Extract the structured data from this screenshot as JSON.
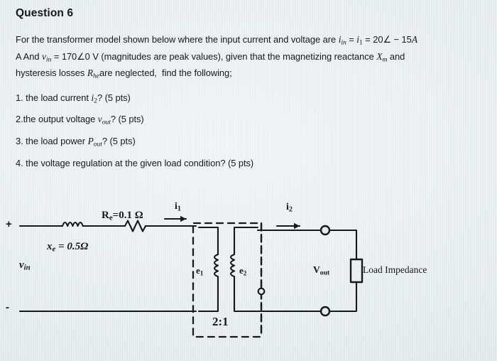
{
  "question": {
    "title": "Question 6",
    "body_lines": [
      "For the transformer model shown below where the input current and voltage are i_in = i_1 = 20∠ − 15A",
      "A And v_in = 170∠0 V (magnitudes are peak values), given that the magnetizing reactance X_m and",
      "hysteresis losses R_he are neglected,  find the following;"
    ],
    "items": [
      "1. the load current i_2? (5 pts)",
      "2.the output voltage v_out? (5 pts)",
      "3. the load power P_out? (5 pts)",
      "4. the voltage regulation at the given load condition? (5 pts)"
    ],
    "given": {
      "input_current": "20∠ − 15A",
      "input_voltage": "170∠0 V",
      "neglected_1": "Xm",
      "neglected_2": "Rhe",
      "points_each": "5 pts"
    }
  },
  "circuit": {
    "source_plus": "+",
    "source_minus": "-",
    "source_label": "vin",
    "series_resistance_label": "Re=0.1 Ω",
    "series_resistance_value": "0.1",
    "series_reactance_label": "xe = 0.5Ω",
    "series_reactance_value": "0.5",
    "primary_current_label": "i1",
    "secondary_current_label": "i2",
    "primary_emf_label": "e1",
    "secondary_emf_label": "e2",
    "turns_ratio": "2:1",
    "output_voltage_label": "Vout",
    "load_label": "Load Impedance"
  },
  "colors": {
    "ink": "#15191c",
    "paper": "#e4ebee"
  }
}
